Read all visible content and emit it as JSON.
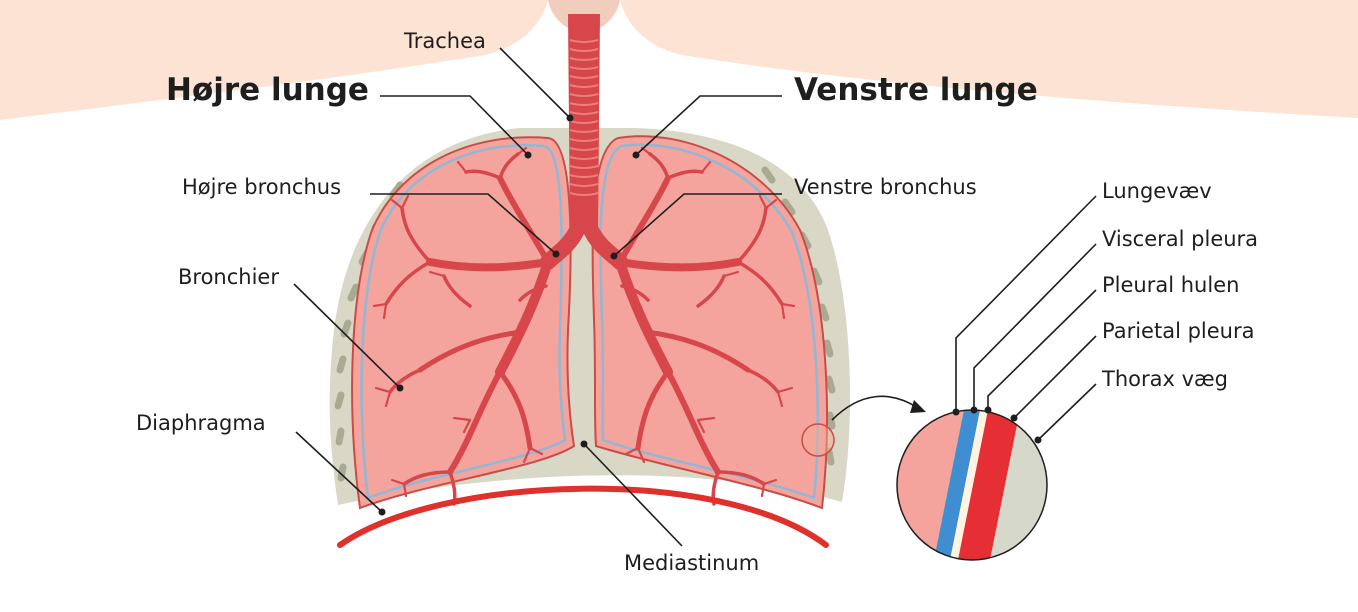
{
  "colors": {
    "background": "#fde3d3",
    "body": "#ffffff",
    "rib_area": "#d9d8c6",
    "lung": "#f4a49d",
    "lung_outline": "#c94c46",
    "pleura_line": "#8fb8d6",
    "airway": "#d7464a",
    "trachea_ring": "#e97f78",
    "neck": "#f0cdbd",
    "diaphragm": "#e0302c",
    "visceral_pleura": "#3f8ed1",
    "pleural_cavity": "#fdf4e2",
    "parietal_pleura": "#e62e35",
    "thorax_wall": "#d7d8cc",
    "text": "#1e1e1e"
  },
  "titles": {
    "right_lung": "Højre lunge",
    "left_lung": "Venstre lunge"
  },
  "labels": {
    "trachea": "Trachea",
    "right_bronchus": "Højre bronchus",
    "left_bronchus": "Venstre bronchus",
    "bronchioles": "Bronchier",
    "diaphragm": "Diaphragma",
    "mediastinum": "Mediastinum"
  },
  "inset_labels": [
    "Lungevæv",
    "Visceral pleura",
    "Pleural hulen",
    "Parietal pleura",
    "Thorax væg"
  ]
}
